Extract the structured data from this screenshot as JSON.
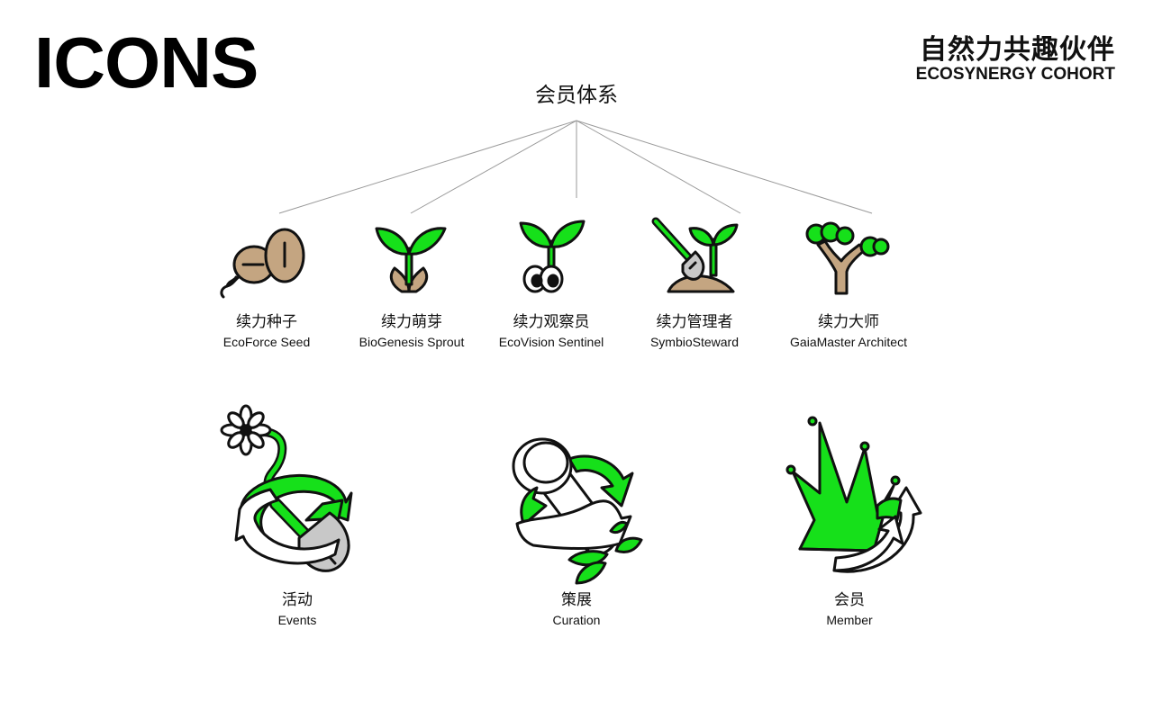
{
  "header": {
    "title": "ICONS",
    "brand_cn": "自然力共趣伙伴",
    "brand_en": "ECOSYNERGY COHORT"
  },
  "hierarchy": {
    "root": "会员体系",
    "levels": [
      {
        "cn": "续力种子",
        "en": "EcoForce Seed",
        "icon": "seed-icon"
      },
      {
        "cn": "续力萌芽",
        "en": "BioGenesis Sprout",
        "icon": "sprout-icon"
      },
      {
        "cn": "续力观察员",
        "en": "EcoVision Sentinel",
        "icon": "sprout-eyes-icon"
      },
      {
        "cn": "续力管理者",
        "en": "SymbioSteward",
        "icon": "shovel-sprout-icon"
      },
      {
        "cn": "续力大师",
        "en": "GaiaMaster Architect",
        "icon": "tree-icon"
      }
    ]
  },
  "features": [
    {
      "cn": "活动",
      "en": "Events",
      "icon": "flower-shovel-ribbon-icon"
    },
    {
      "cn": "策展",
      "en": "Curation",
      "icon": "cylinder-ribbon-icon"
    },
    {
      "cn": "会员",
      "en": "Member",
      "icon": "crown-ribbon-icon"
    }
  ],
  "colors": {
    "green": "#16e01a",
    "tan": "#c4a581",
    "gray": "#c8c8c8",
    "line": "#9a9a9a",
    "outline": "#111111"
  }
}
